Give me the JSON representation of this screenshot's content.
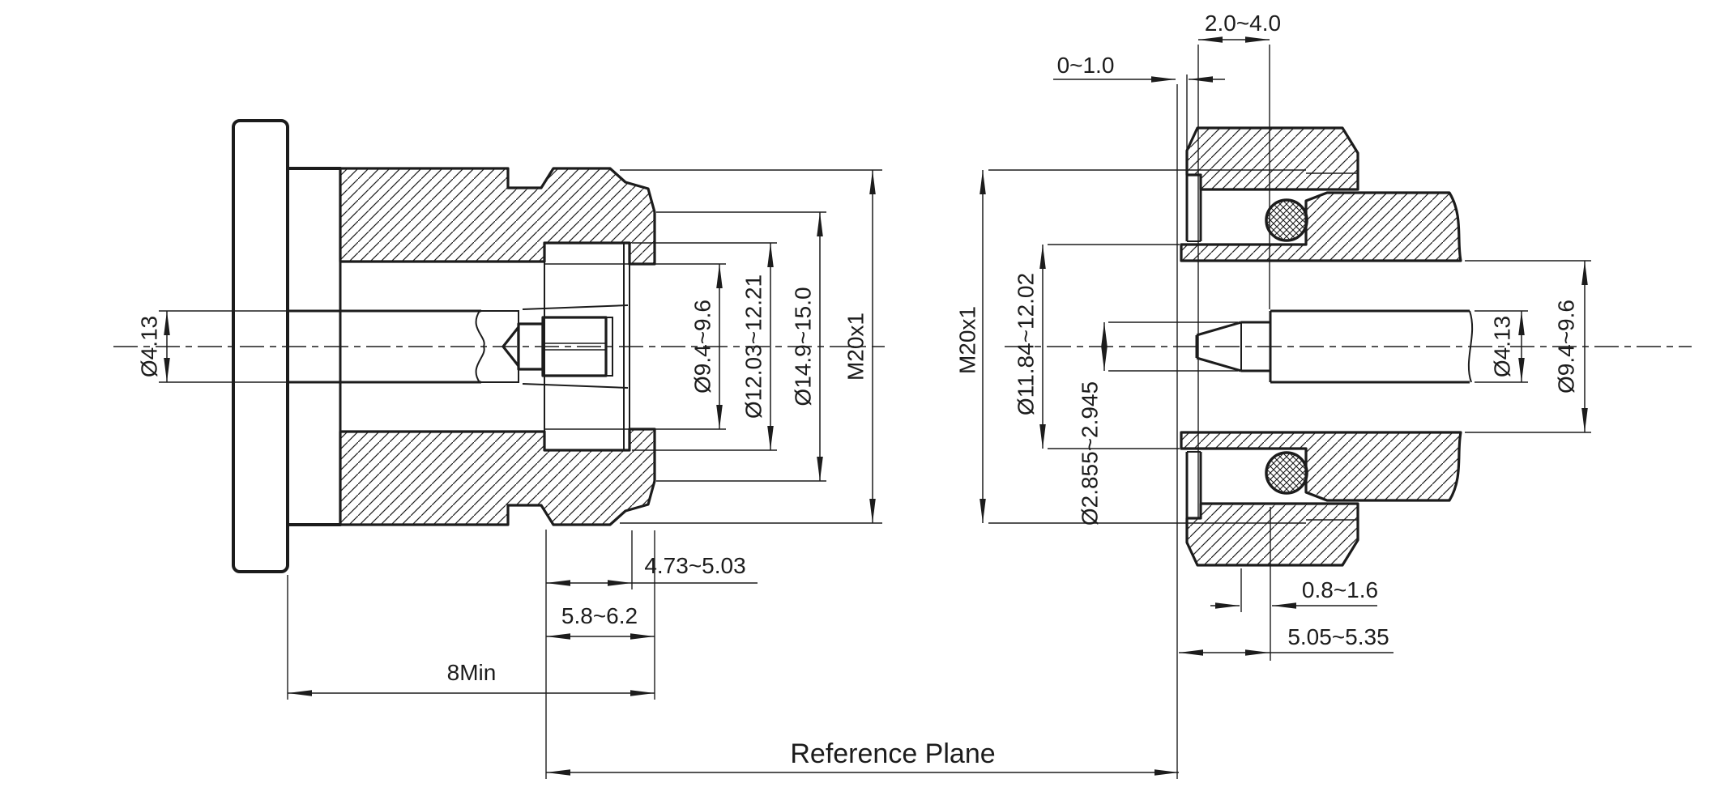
{
  "colors": {
    "ink": "#1c1c1c",
    "paper": "#ffffff"
  },
  "left_view": {
    "dim_bore": "Ø4.13",
    "dim_socket_bore": "Ø9.4~9.6",
    "dim_insulator_bore": "Ø12.03~12.21",
    "dim_front_od": "Ø14.9~15.0",
    "dim_thread": "M20x1",
    "dim_ref_to_shoulder": "4.73~5.03",
    "dim_ref_to_face": "5.8~6.2",
    "dim_flange_length": "8Min"
  },
  "right_view": {
    "dim_nut_play": "0~1.0",
    "dim_nut_face": "2.0~4.0",
    "dim_thread": "M20x1",
    "dim_outer_od": "Ø11.84~12.02",
    "dim_pin": "Ø2.855~2.945",
    "dim_bore": "Ø4.13",
    "dim_inner_bore": "Ø9.4~9.6",
    "dim_pin_recess": "0.8~1.6",
    "dim_ref_depth": "5.05~5.35"
  },
  "annotations": {
    "reference_plane": "Reference Plane"
  }
}
